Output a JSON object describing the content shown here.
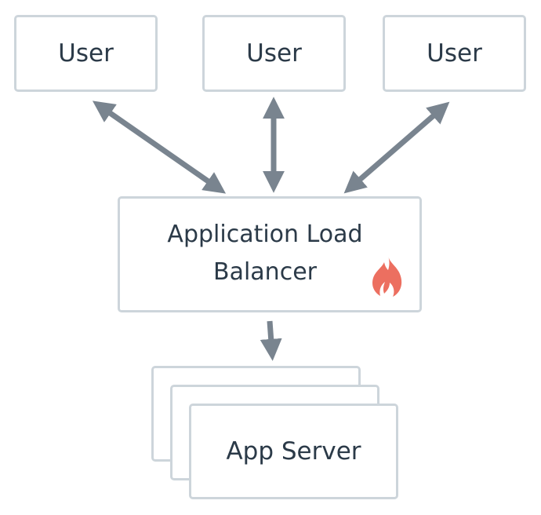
{
  "users": [
    {
      "label": "User"
    },
    {
      "label": "User"
    },
    {
      "label": "User"
    }
  ],
  "load_balancer": {
    "label": "Application Load Balancer",
    "icon": "flame-icon"
  },
  "app_server": {
    "label": "App Server"
  },
  "colors": {
    "box_border": "#cdd5db",
    "text": "#2b3a48",
    "arrow": "#79848f",
    "flame": "#ec6f60"
  }
}
